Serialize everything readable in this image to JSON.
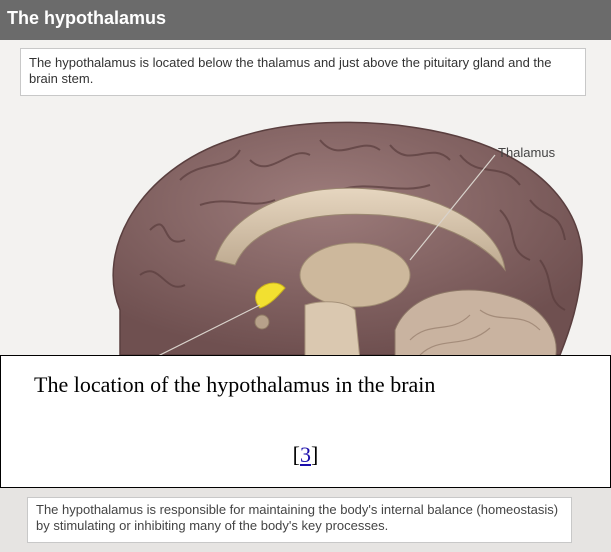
{
  "header": {
    "title": "The hypothalamus"
  },
  "intro": {
    "text": "The hypothalamus is located below the thalamus and just above the pituitary gland and the brain stem."
  },
  "figure": {
    "thalamus_label": "Thalamus",
    "colors": {
      "brain": "#8c6b6a",
      "highlight": "#f2e030",
      "inner": "#d8c6ad"
    }
  },
  "caption": {
    "text": "The location of the hypothalamus in the brain",
    "ref_open": "[",
    "ref_number": "3",
    "ref_close": "]"
  },
  "outro": {
    "text": "The hypothalamus is responsible for maintaining the body's internal balance (homeostasis) by stimulating or inhibiting many of the body's key processes."
  }
}
